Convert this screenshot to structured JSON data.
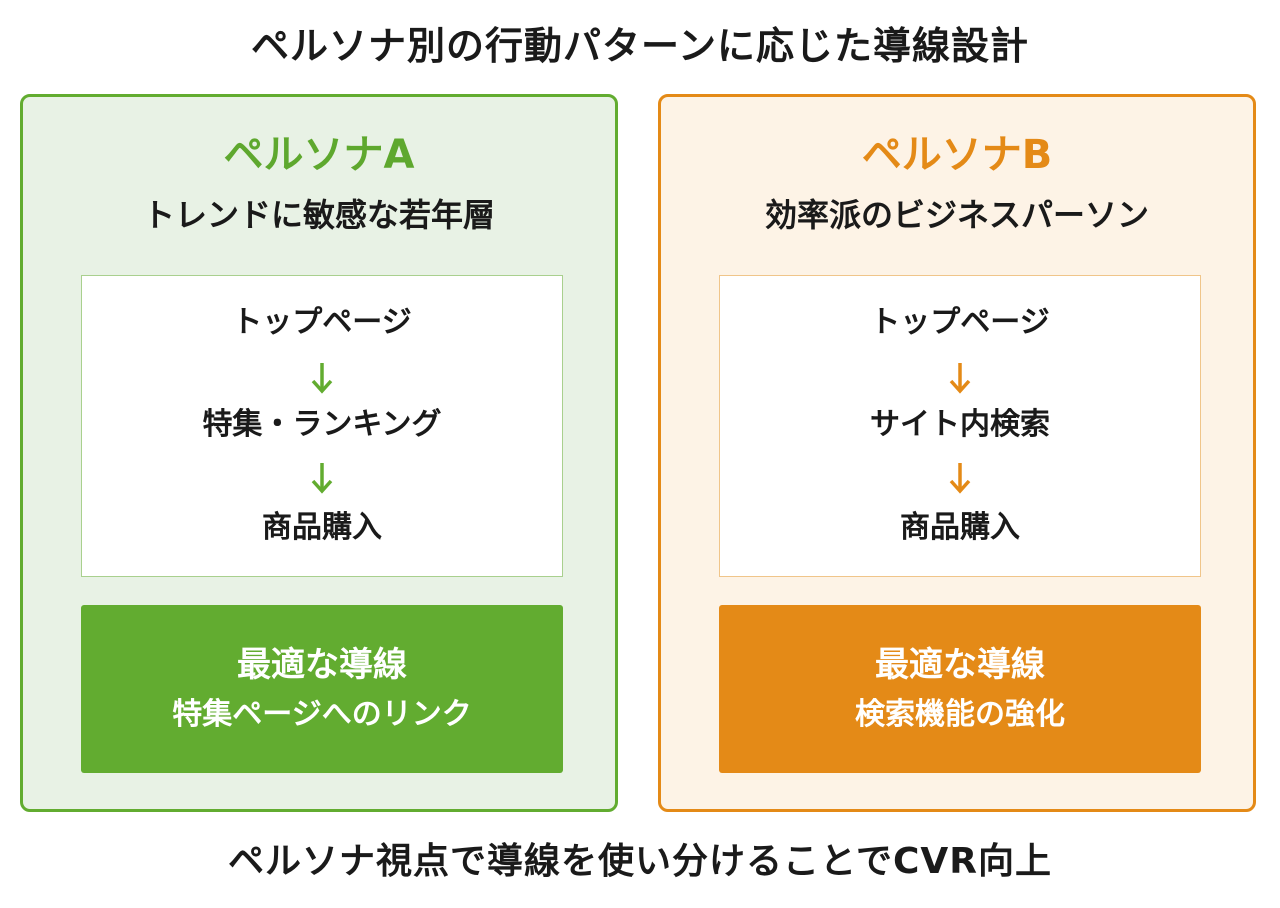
{
  "title": "ペルソナ別の行動パターンに応じた導線設計",
  "colors": {
    "persona_a_accent": "#62ac30",
    "persona_a_background": "#e8f2e5",
    "persona_b_accent": "#e48a17",
    "persona_b_background": "#fdf3e6"
  },
  "persona_a": {
    "name": "ペルソナA",
    "description": "トレンドに敏感な若年層",
    "flow": [
      "トップページ",
      "特集・ランキング",
      "商品購入"
    ],
    "result_title": "最適な導線",
    "result_detail": "特集ページへのリンク"
  },
  "persona_b": {
    "name": "ペルソナB",
    "description": "効率派のビジネスパーソン",
    "flow": [
      "トップページ",
      "サイト内検索",
      "商品購入"
    ],
    "result_title": "最適な導線",
    "result_detail": "検索機能の強化"
  },
  "footer": "ペルソナ視点で導線を使い分けることでCVR向上",
  "icons": {
    "flow_arrow": "arrow-down-icon"
  }
}
